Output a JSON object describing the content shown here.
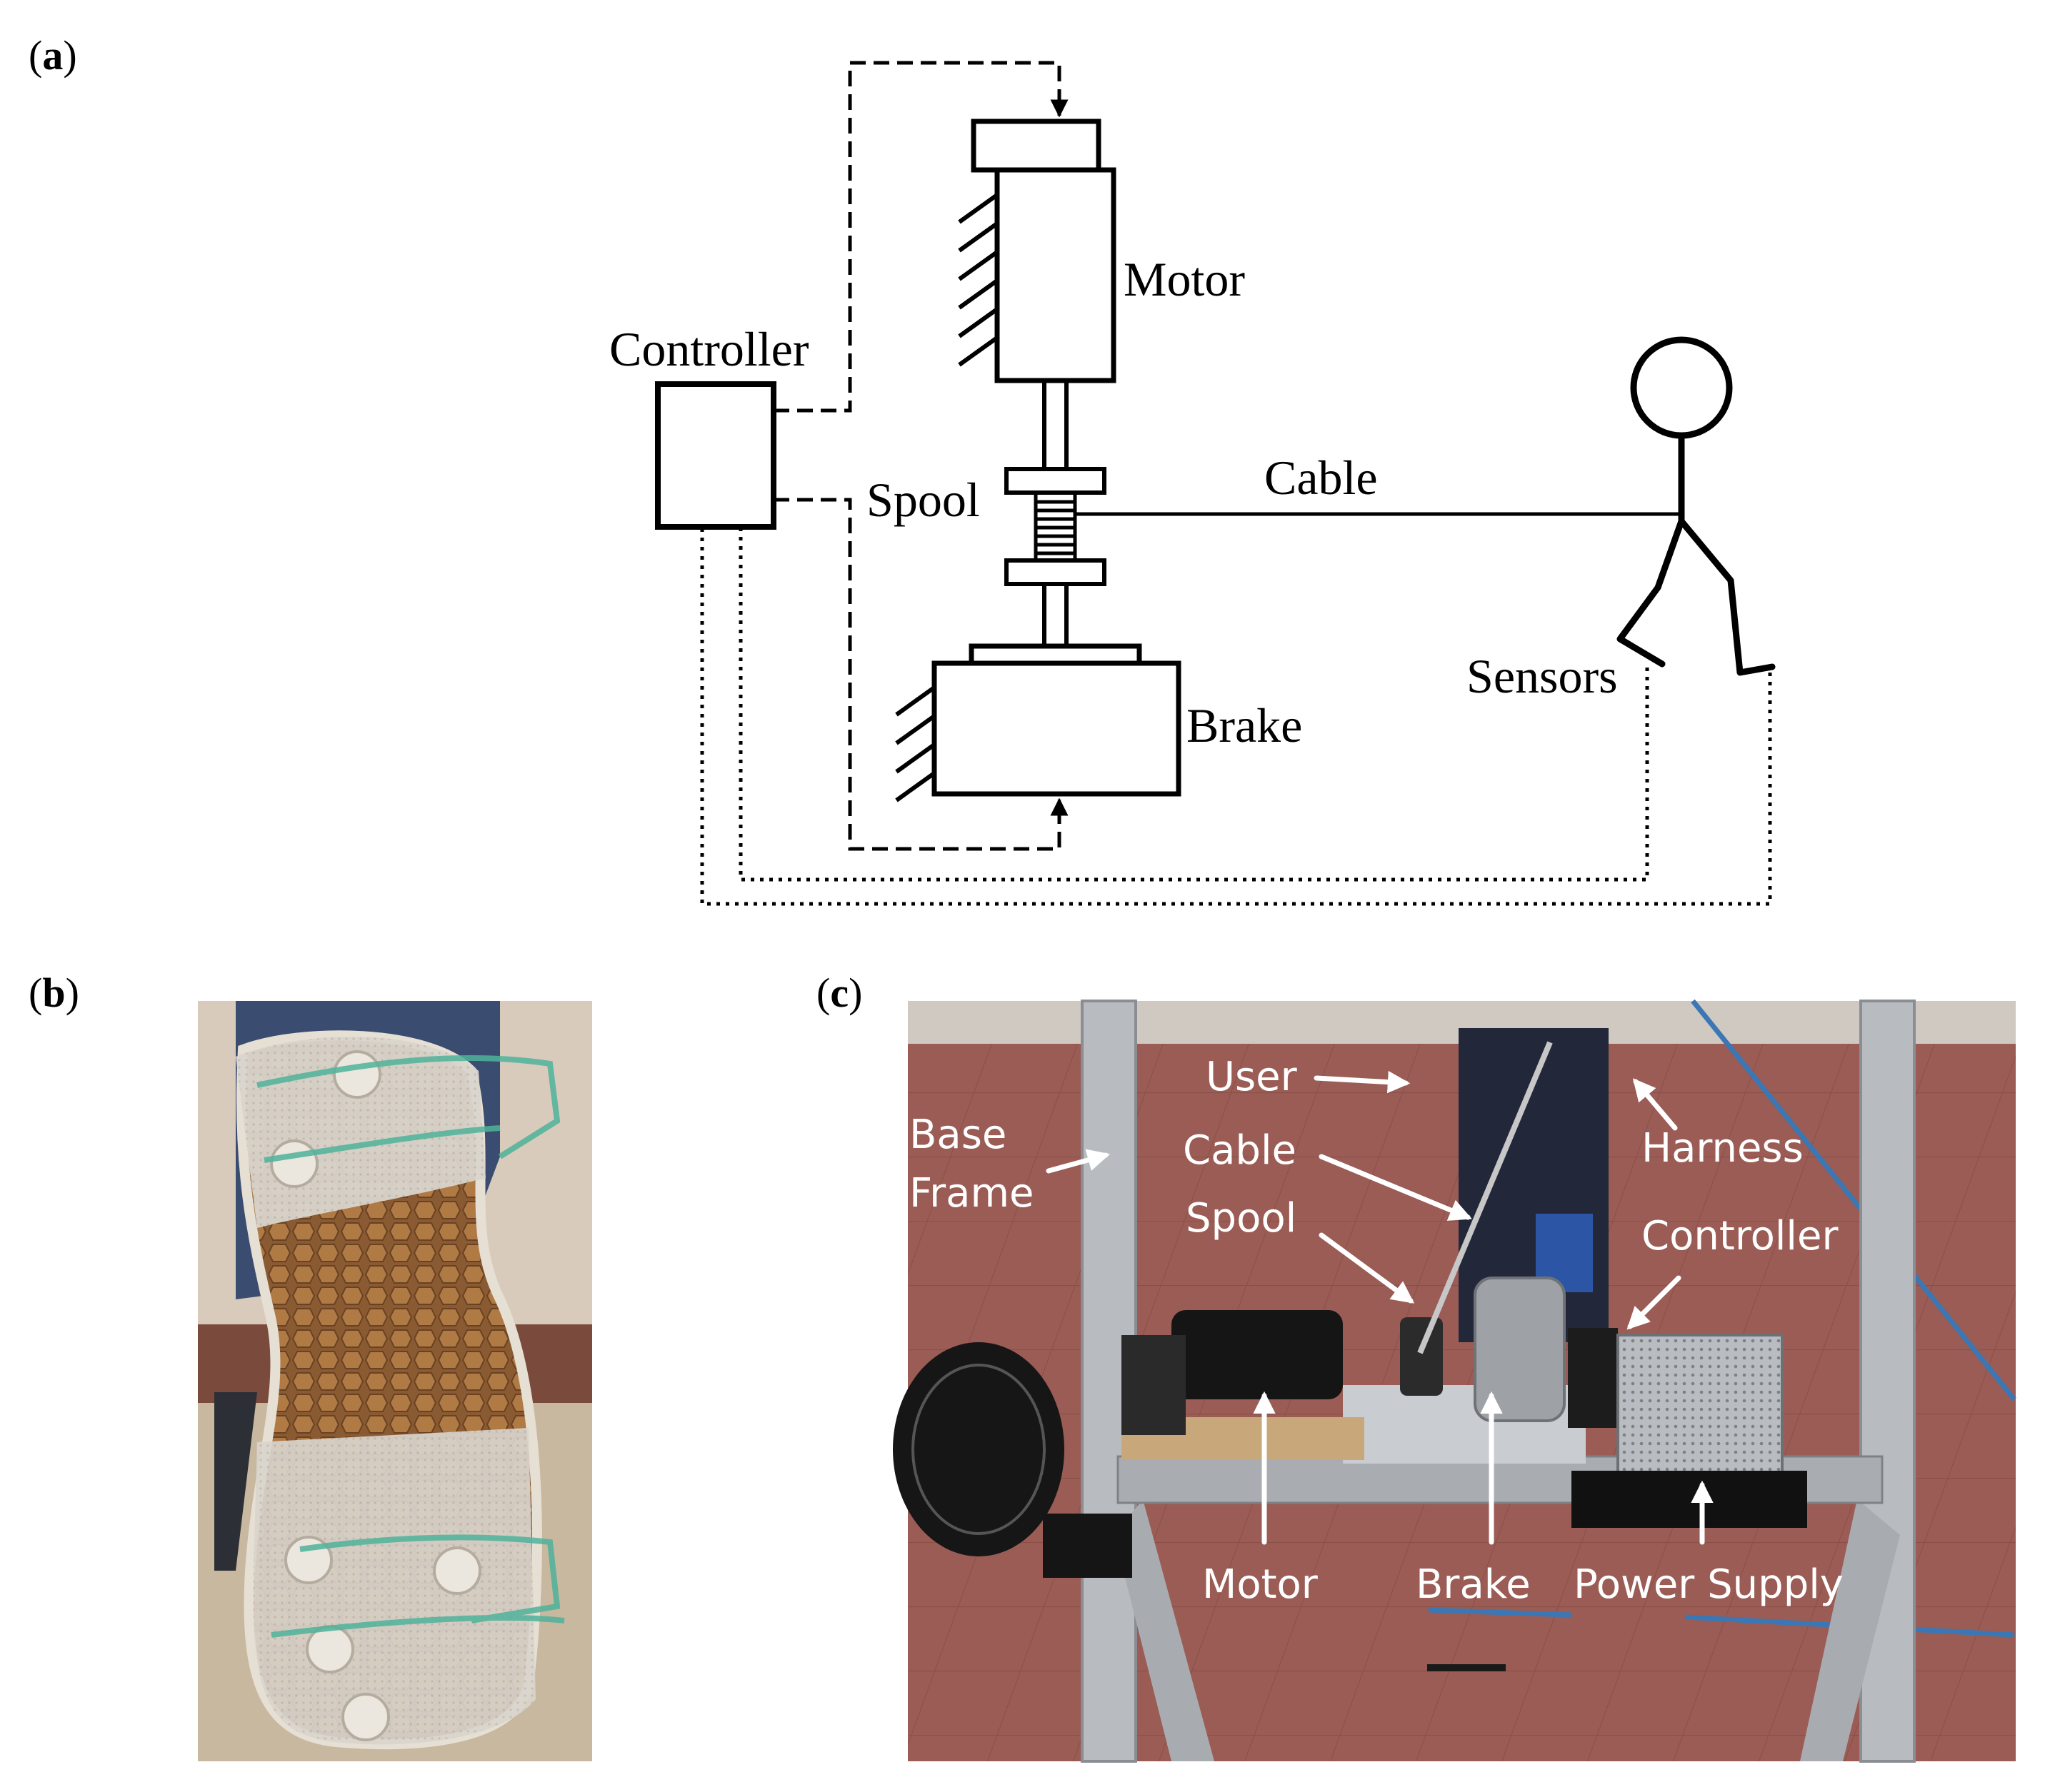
{
  "panel_a": {
    "letter": "a",
    "labels": {
      "controller": "Controller",
      "motor": "Motor",
      "spool": "Spool",
      "cable": "Cable",
      "brake": "Brake",
      "sensors": "Sensors"
    }
  },
  "panel_b": {
    "letter": "b"
  },
  "panel_c": {
    "letter": "c",
    "labels": {
      "user": "User",
      "base_line1": "Base",
      "base_line2": "Frame",
      "cable": "Cable",
      "spool": "Spool",
      "harness": "Harness",
      "controller": "Controller",
      "motor": "Motor",
      "brake": "Brake",
      "power_supply": "Power Supply"
    }
  },
  "colors": {
    "line": "#000000",
    "floor": "#9a5c55",
    "frame": "#b8bcc0",
    "label": "#ffffff"
  }
}
